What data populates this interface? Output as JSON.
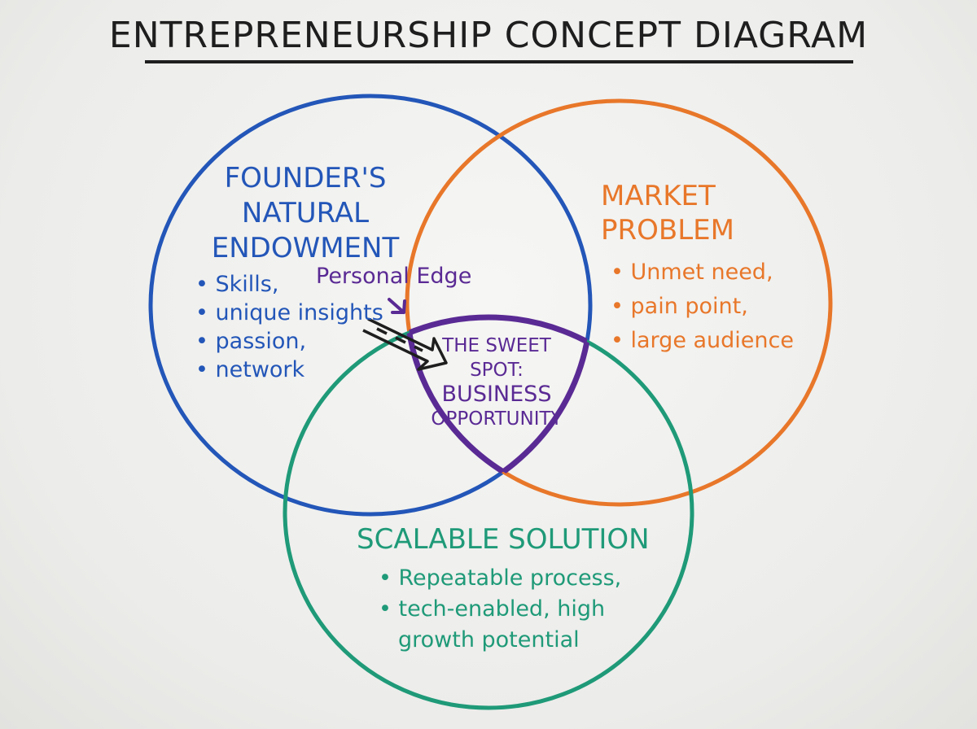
{
  "title": "ENTREPRENEURSHIP CONCEPT DIAGRAM",
  "colors": {
    "founder": "#2356b8",
    "market": "#e8772a",
    "solution": "#1f9a78",
    "sweet_spot": "#5a2a94",
    "ink": "#1e1e1e"
  },
  "founder": {
    "heading": [
      "FOUNDER'S",
      "NATURAL",
      "ENDOWMENT"
    ],
    "items": [
      "• Skills,",
      "• unique insights",
      "• passion,",
      "• network"
    ]
  },
  "market": {
    "heading": [
      "MARKET",
      "PROBLEM"
    ],
    "items": [
      "• Unmet need,",
      "• pain point,",
      "• large audience"
    ]
  },
  "solution": {
    "heading": "SCALABLE SOLUTION",
    "items": [
      "• Repeatable process,",
      "• tech-enabled, high",
      "growth potential"
    ]
  },
  "annotation": {
    "label": "Personal Edge",
    "icon": "arrow-down-right-icon"
  },
  "sweet_spot": {
    "lines": [
      "THE SWEET",
      "SPOT:",
      "BUSINESS",
      "OPPORTUNITY"
    ]
  }
}
